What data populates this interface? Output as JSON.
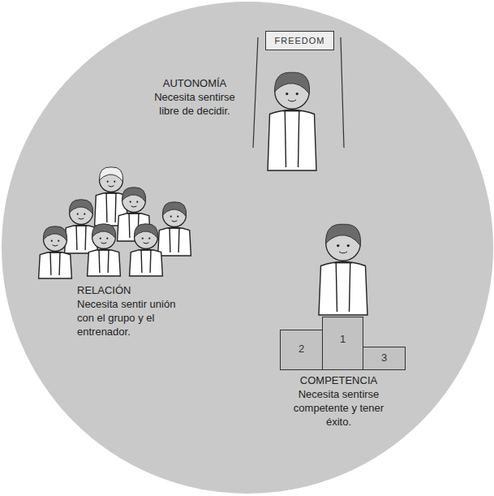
{
  "diagram": {
    "nodes": [
      {
        "text": [
          "FREEDOM"
        ]
      },
      {
        "text": [
          "2"
        ]
      },
      {
        "text": [
          "1"
        ]
      },
      {
        "text": [
          "3"
        ]
      }
    ],
    "labels": [
      "AUTONOMÍA",
      "Necesita sentirse libre de decidir.",
      "RELACIÓN",
      "Necesita sentir unión con el grupo y el entrenador.",
      "COMPETENCIA",
      "Necesita sentirse competente y tener éxito."
    ]
  }
}
